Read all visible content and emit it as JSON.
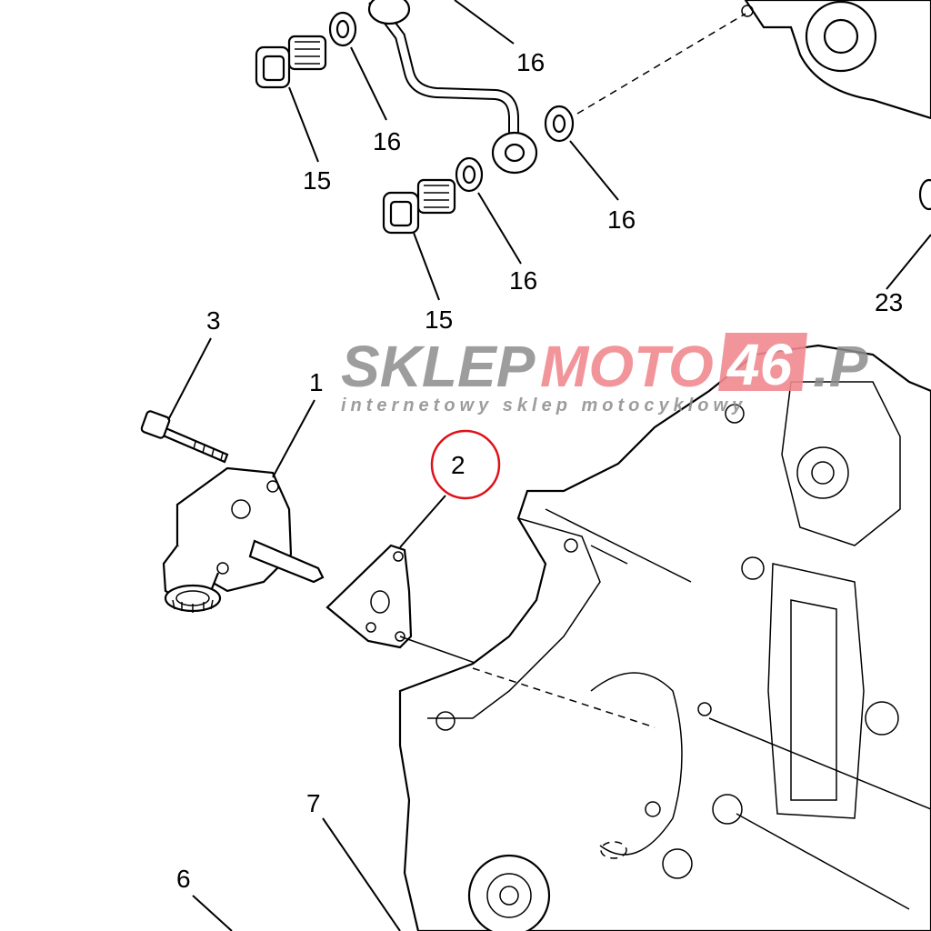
{
  "callouts": {
    "c16a": "16",
    "c16b": "16",
    "c15a": "15",
    "c16c": "16",
    "c16d": "16",
    "c15b": "15",
    "c23": "23",
    "c3": "3",
    "c1": "1",
    "c2": "2",
    "c7": "7",
    "c6": "6"
  },
  "highlight_color": "#e0101a",
  "watermark": {
    "brand_a": "SKLEP",
    "brand_b": "MOTO",
    "brand_num": "46",
    "brand_tail": ".P",
    "tagline": "internetowy sklep motocyklowy",
    "gray": "#8c8c8c",
    "red": "#f08a90"
  }
}
